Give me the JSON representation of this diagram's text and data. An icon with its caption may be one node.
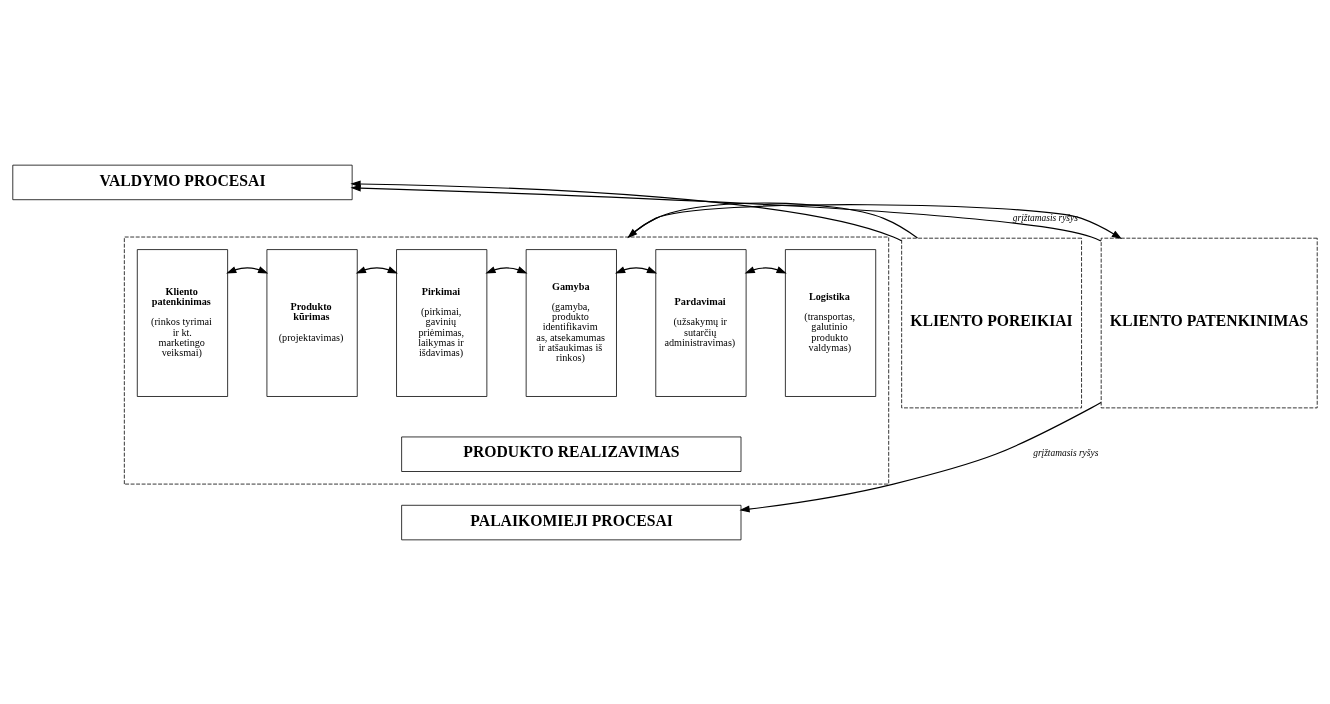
{
  "diagram": {
    "nodes": [
      {
        "text": [
          "VALDYMO PROCESAI"
        ]
      },
      {
        "text": [
          "KLIENTO POREIKIAI"
        ]
      },
      {
        "text": [],
        "shape": "box"
      },
      {
        "text": [
          "Kliento patenkinimas",
          "(rinkos tyrimai ir kt. marketingo veiksmai)"
        ],
        "in": 2
      },
      {
        "text": [
          "Produkto kūrimas",
          "(projektavimas)"
        ],
        "in": 2
      },
      {
        "text": [
          "Pirkimai",
          "(pirkimai, gavinių priėmimas, laikymas ir išdavimas)"
        ],
        "in": 2
      },
      {
        "text": [
          "Gamyba",
          "(gamyba, produkto identifikavim as, atsekamumas ir atšaukimas iš rinkos)"
        ],
        "in": 2
      },
      {
        "text": [
          "Pardavimai",
          "(užsakymų ir sutarčių administravimas)"
        ],
        "in": 2
      },
      {
        "text": [
          "Logistika",
          "(transportas, galutinio produkto valdymas)"
        ],
        "in": 2
      },
      {
        "text": [
          "PRODUKTO REALIZAVIMAS"
        ],
        "in": 2
      },
      {
        "text": [
          "KLIENTO PATENKINIMAS"
        ]
      },
      {
        "text": [
          "PALAIKOMIEJI PROCESAI"
        ]
      }
    ],
    "edges": [
      {
        "from": 1,
        "to": 0,
        "arrow": "to"
      },
      {
        "from": 1,
        "to": 2,
        "arrow": "to"
      },
      {
        "from": 2,
        "to": 10,
        "arrow": "to"
      },
      {
        "from": 10,
        "to": 0,
        "arrow": "to",
        "label": "grįžtamasis ryšys"
      },
      {
        "from": 10,
        "to": 11,
        "arrow": "to",
        "label": "grįžtamasis ryšys"
      },
      {
        "from": 3,
        "to": 4,
        "arrow": "both"
      },
      {
        "from": 4,
        "to": 5,
        "arrow": "both"
      },
      {
        "from": 5,
        "to": 6,
        "arrow": "both"
      },
      {
        "from": 6,
        "to": 7,
        "arrow": "both"
      },
      {
        "from": 7,
        "to": 8,
        "arrow": "both"
      }
    ]
  }
}
